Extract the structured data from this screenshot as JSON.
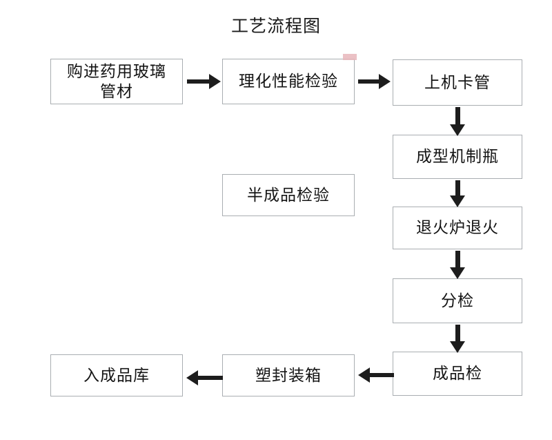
{
  "diagram": {
    "title": "工艺流程图",
    "accent_border_color": "#a9adb1",
    "arrow_color": "#1d1d1d",
    "background_color": "#ffffff",
    "nodes": [
      {
        "id": "n1",
        "label_line1": "购进药用玻璃",
        "label_line2": "管材",
        "label": "购进药用玻璃管材"
      },
      {
        "id": "n2",
        "label": "理化性能检验"
      },
      {
        "id": "n3",
        "label": "上机卡管"
      },
      {
        "id": "n4",
        "label": "成型机制瓶"
      },
      {
        "id": "n5",
        "label": "退火炉退火"
      },
      {
        "id": "n6",
        "label": "分检"
      },
      {
        "id": "n7",
        "label": "成品检"
      },
      {
        "id": "n8",
        "label": "塑封装箱"
      },
      {
        "id": "n9",
        "label": "入成品库"
      },
      {
        "id": "n10",
        "label": "半成品检验"
      }
    ],
    "edges": [
      {
        "from": "n1",
        "to": "n2",
        "direction": "right"
      },
      {
        "from": "n2",
        "to": "n3",
        "direction": "right"
      },
      {
        "from": "n3",
        "to": "n4",
        "direction": "down"
      },
      {
        "from": "n4",
        "to": "n5",
        "direction": "down"
      },
      {
        "from": "n5",
        "to": "n6",
        "direction": "down"
      },
      {
        "from": "n6",
        "to": "n7",
        "direction": "down"
      },
      {
        "from": "n7",
        "to": "n8",
        "direction": "left"
      },
      {
        "from": "n8",
        "to": "n9",
        "direction": "left"
      }
    ]
  }
}
